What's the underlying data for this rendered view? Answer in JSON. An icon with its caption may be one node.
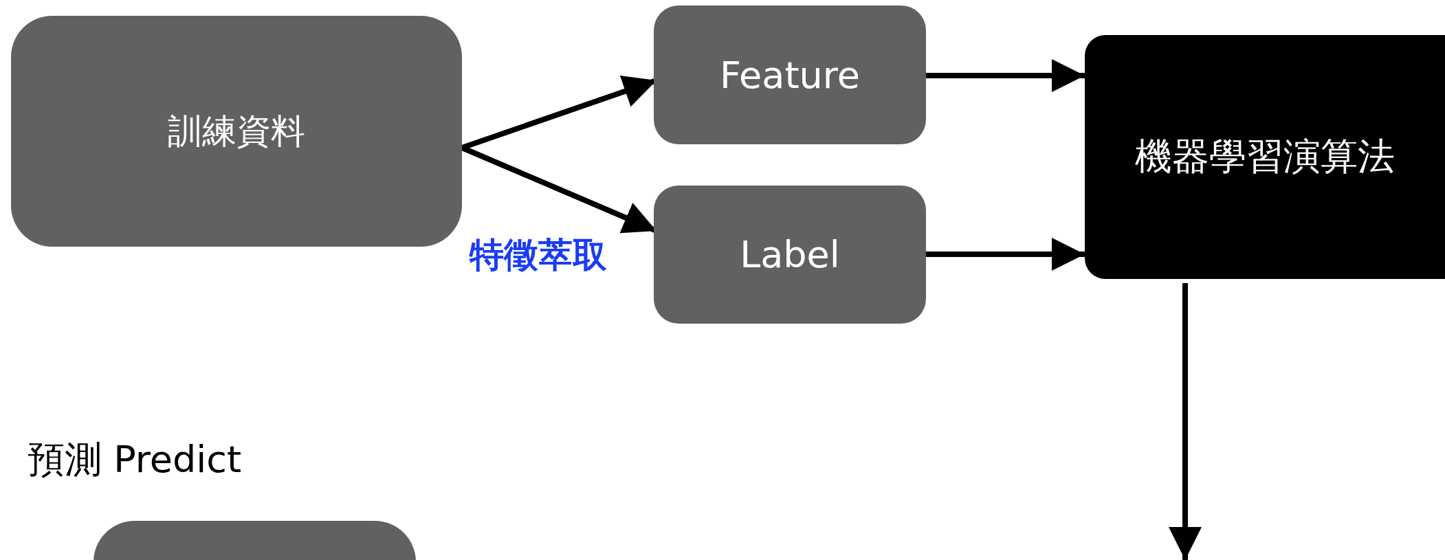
{
  "diagram": {
    "nodes": [
      {
        "text": [
          "訓練資料"
        ]
      },
      {
        "text": [
          "Feature"
        ]
      },
      {
        "text": [
          "Label"
        ]
      },
      {
        "text": [
          "機器學習演算法"
        ]
      },
      {
        "text": [],
        "shape": "box"
      }
    ],
    "edges": [
      {
        "from": 0,
        "to": 1,
        "arrow": "to"
      },
      {
        "from": 0,
        "to": 2,
        "arrow": "to"
      },
      {
        "from": 1,
        "to": 3,
        "arrow": "to"
      },
      {
        "from": 2,
        "to": 3,
        "arrow": "to"
      },
      {
        "from": 3,
        "to": null,
        "arrow": "to"
      }
    ],
    "labels": [
      "特徵萃取",
      "預測 Predict"
    ]
  }
}
